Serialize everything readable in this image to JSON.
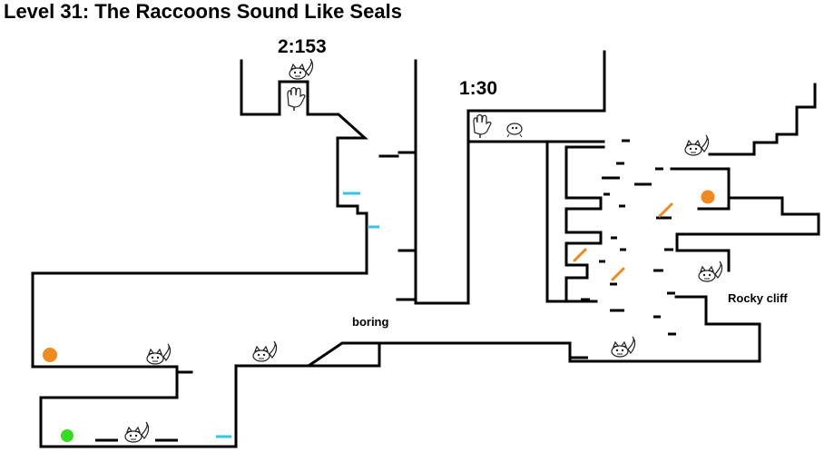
{
  "level": {
    "title": "Level 31: The Raccoons Sound Like Seals"
  },
  "timers": {
    "left": "2:153",
    "right": "1:30"
  },
  "labels": {
    "middle": "boring",
    "right": "Rocky cliff"
  },
  "colors": {
    "wall": "#000000",
    "ice_platform": "#33c4e8",
    "orange_item": "#f08a1e",
    "start_marker": "#33dd22"
  },
  "icons": {
    "raccoon": "raccoon-icon",
    "glove": "glove-icon",
    "orb": "orange-orb-icon",
    "start": "green-start-icon"
  }
}
